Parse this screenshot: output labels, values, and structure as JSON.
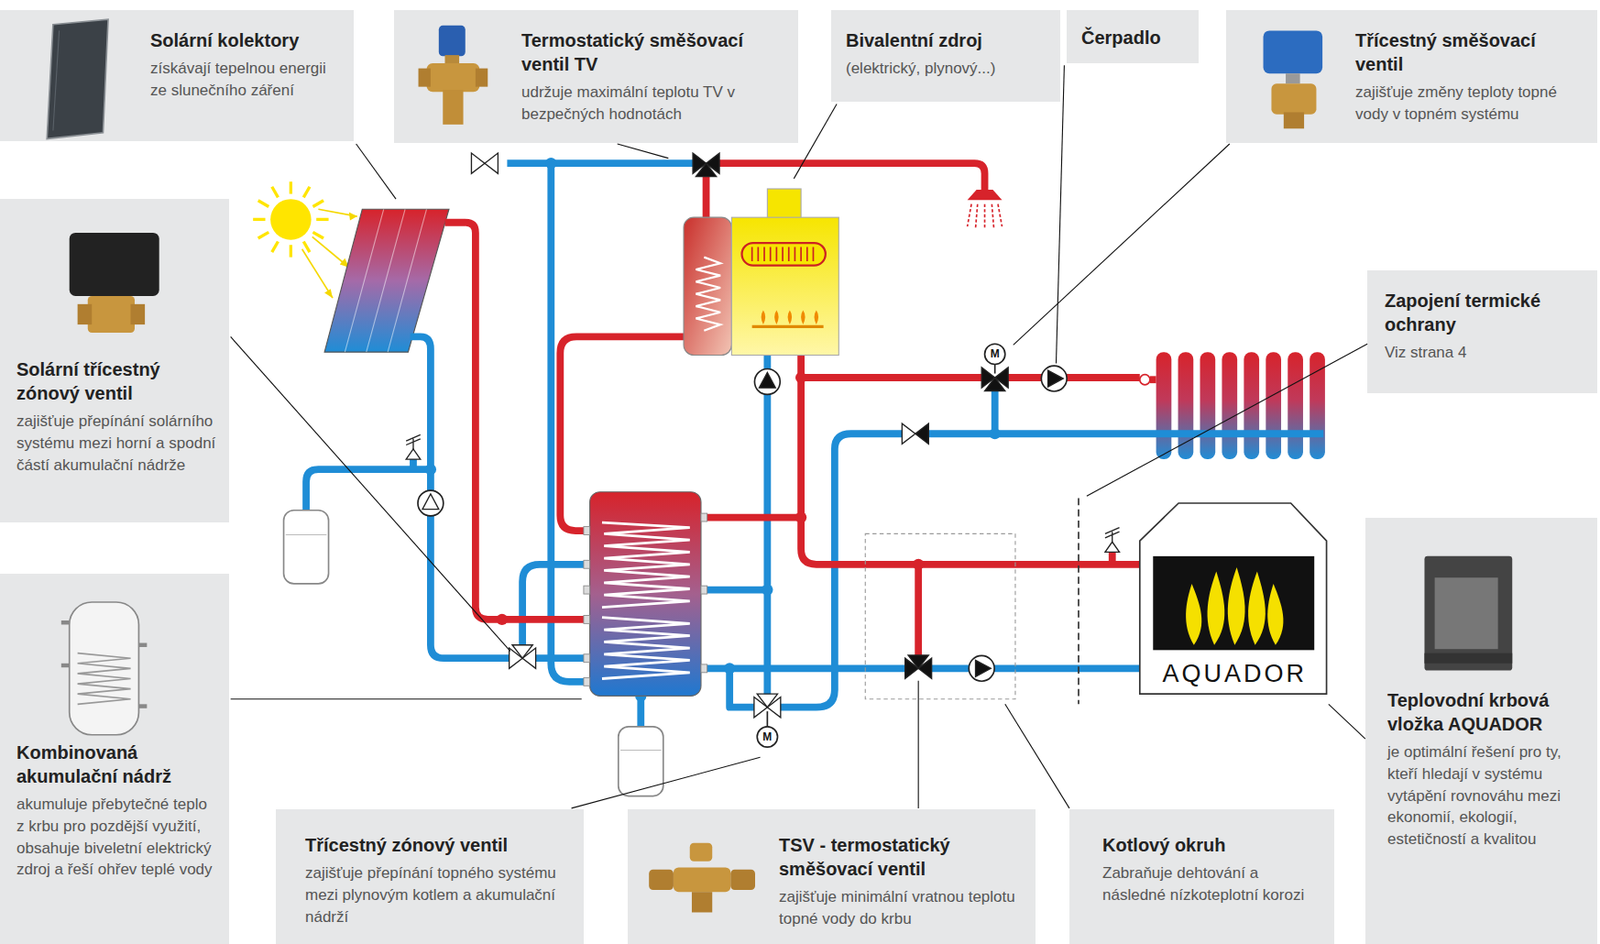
{
  "diagram": {
    "nodes": [
      {
        "text": [
          "Solární kolektory",
          "získávají tepelnou energii ze slunečního záření"
        ]
      },
      {
        "text": [
          "Termostatický směšovací ventil TV",
          "udržuje maximální teplotu TV v bezpečných hodnotách"
        ]
      },
      {
        "text": [
          "Bivalentní zdroj",
          "(elektrický, plynový...)"
        ]
      },
      {
        "text": [
          "Čerpadlo"
        ]
      },
      {
        "text": [
          "Třícestný směšovací ventil",
          "zajišťuje změny teploty topné vody v topném systému"
        ]
      },
      {
        "text": [
          "Solární třícestný zónový ventil",
          "zajišťuje přepínání solárního systému mezi horní a spodní částí akumulační nádrže"
        ]
      },
      {
        "text": [
          "Zapojení termické ochrany",
          "Viz strana 4"
        ]
      },
      {
        "text": [
          "Kombinovaná akumulační nádrž",
          "akumuluje přebytečné teplo z krbu pro pozdější využití, obsahuje biveletní elektrický zdroj a řeší ohřev teplé vody"
        ]
      },
      {
        "text": [
          "Třícestný zónový ventil",
          "zajišťuje přepínání topného systému mezi plynovým kotlem a akumulační nádrží"
        ]
      },
      {
        "text": [
          "TSV - termostatický směšovací ventil",
          "zajišťuje minimální vratnou teplotu topné vody do krbu"
        ]
      },
      {
        "text": [
          "Kotlový okruh",
          "Zabraňuje dehtování a následné nízkoteplotní korozi"
        ]
      },
      {
        "text": [
          "Teplovodní krbová vložka AQUADOR",
          "je optimální řešení pro ty, kteří hledají v systému vytápění rovnováhu mezi ekonomií, ekologií, estetičností a kvalitou"
        ]
      }
    ],
    "labels": [
      "AQUADOR",
      "M",
      "M"
    ]
  }
}
